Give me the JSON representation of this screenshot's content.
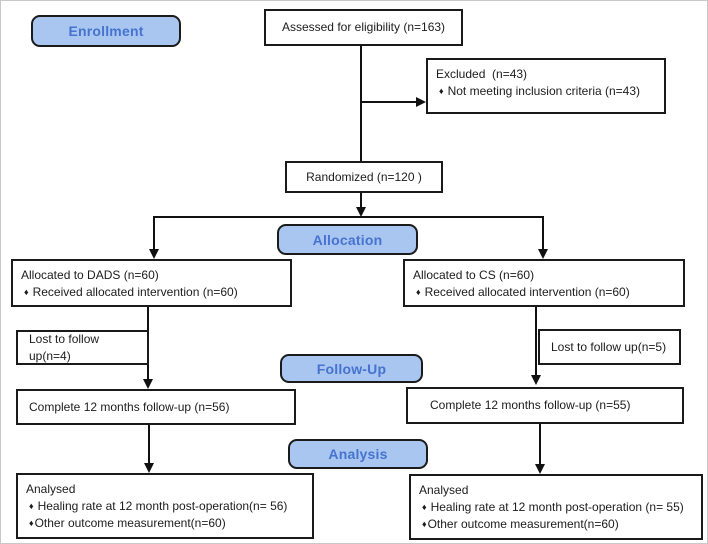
{
  "icons": {
    "bullet": "♦"
  },
  "colors": {
    "label_fill": "#a9c6f0",
    "label_text": "#4673cf",
    "label_border": "#1b1b1b",
    "box_border": "#1a1a1a",
    "line": "#111111",
    "background": "#ffffff"
  },
  "stage_labels": {
    "enrollment": "Enrollment",
    "allocation": "Allocation",
    "followup": "Follow-Up",
    "analysis": "Analysis"
  },
  "boxes": {
    "assessed": "Assessed for eligibility (n=163)",
    "excluded": {
      "title": "Excluded  (n=43)",
      "items": [
        "Not meeting inclusion criteria (n=43)"
      ]
    },
    "randomized": "Randomized (n=120 )",
    "allocated_left": {
      "title": "Allocated to DADS (n=60)",
      "items": [
        "Received allocated intervention (n=60)"
      ]
    },
    "allocated_right": {
      "title": "Allocated to CS (n=60)",
      "items": [
        "Received allocated intervention (n=60)"
      ]
    },
    "lost_left": "Lost to follow up(n=4)",
    "lost_right": "Lost to follow up(n=5)",
    "followup_left": "Complete 12 months follow-up (n=56)",
    "followup_right": "Complete 12 months follow-up (n=55)",
    "analysed_left": {
      "title": "Analysed",
      "items": [
        "Healing rate at 12 month post-operation(n= 56)",
        "Other outcome measurement(n=60)"
      ]
    },
    "analysed_right": {
      "title": "Analysed",
      "items": [
        "Healing rate at 12 month post-operation (n= 55)",
        "Other outcome measurement(n=60)"
      ]
    }
  }
}
